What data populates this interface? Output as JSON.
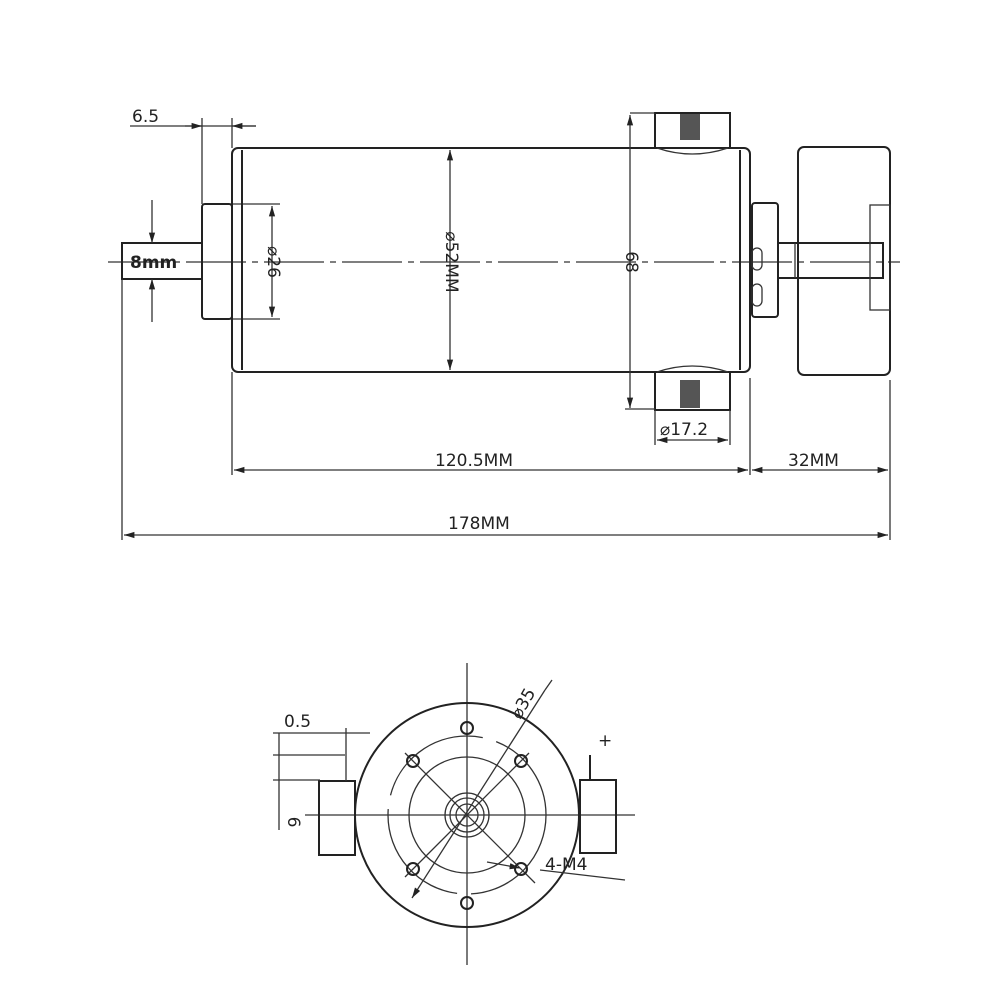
{
  "side_view": {
    "shaft_flat": "6.5",
    "shaft_diameter": "8mm",
    "boss_diameter": "⌀26",
    "body_diameter": "⌀52MM",
    "brush_span": "68",
    "brush_diameter": "⌀17.2",
    "body_length": "120.5MM",
    "pulley_length": "32MM",
    "total_length": "178MM"
  },
  "end_view": {
    "flat_depth": "0.5",
    "flat_height": "6",
    "bolt_circle": "⌀35",
    "mount_holes": "4-M4",
    "polarity": "+"
  }
}
